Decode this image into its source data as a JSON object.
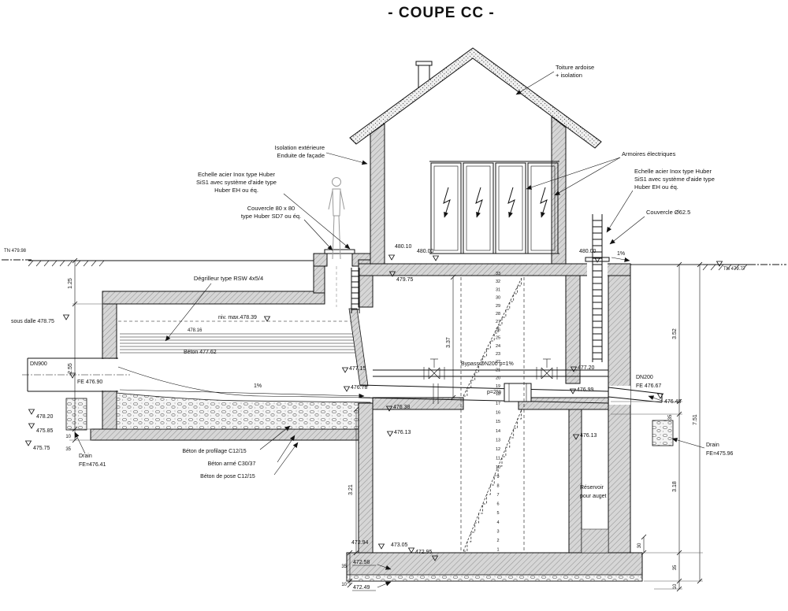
{
  "title": "- COUPE CC -",
  "colors": {
    "paper": "#ffffff",
    "wall_fill": "#d6d6d6",
    "line": "#111111",
    "person": "#999999"
  },
  "labels": {
    "isolation_1": "Isolation extérieure",
    "isolation_2": "Enduite de façade",
    "echelle_1": "Echelle acier Inox type Huber",
    "echelle_2": "SiS1 avec système d'aide type",
    "echelle_3": "Huber EH ou éq.",
    "couvercle_l1": "Couvercle 80 x 80",
    "couvercle_l2": "type Huber SD7 ou éq.",
    "degrilleur": "Dégrilleur type RSW 4x5/4",
    "toiture_1": "Toiture ardoise",
    "toiture_2": "+ isolation",
    "armoires": "Armoires électriques",
    "couvercle_r": "Couvercle Ø62.5",
    "dn900": "DN900",
    "dn200_1": "DN200",
    "dn200_2": "FE 476.67",
    "bypass": "Bypass DN200 p=1%",
    "p2": "p=2%",
    "pct_channel": "1%",
    "pct_right": "1%",
    "drain_l1": "Drain",
    "drain_l2": "FE=476.41",
    "drain_r1": "Drain",
    "drain_r2": "FE=475.96",
    "beton_profilage": "Béton de profilage C12/15",
    "beton_arme": "Béton armé C30/37",
    "beton_pose": "Béton de pose C12/15",
    "reservoir_1": "Réservoir",
    "reservoir_2": "pour auget",
    "tn_left": "TN 479.98",
    "tn_right": "TN 479.77"
  },
  "levels": {
    "sous_dalle": "sous dalle 478.75",
    "niv_max": "niv. max.478.39",
    "l478_16": "478.16",
    "beton_477_62": "Béton 477.62",
    "fe_476_90": "FE 476.90",
    "l478_20": "478.20",
    "l475_85": "475.85",
    "l475_75": "475.75",
    "l480_10": "480.10",
    "l480_00_c": "480.00",
    "l480_00_r": "480.00",
    "l479_75": "479.75",
    "l477_15": "477.15",
    "l476_78": "476.78",
    "l476_38": "476.38",
    "l476_13_l": "476.13",
    "l476_13_r": "476.13",
    "l477_20": "477.20",
    "l476_99": "476.99",
    "l476_48": "476.48",
    "l472_94": "472.94",
    "l473_05": "473.05",
    "l472_95": "472.95",
    "l472_58": "472.58",
    "l472_49": "472.49"
  },
  "dims": {
    "d1_25": "1.25",
    "d2_55": "2.55",
    "d10_l": "10",
    "d35_l": "35",
    "d3_37": "3.37",
    "d3_21": "3.21",
    "d3_52": "3.52",
    "d35_r": "35",
    "d7_51": "7.51",
    "d3_18": "3.18",
    "d30": "30",
    "d35_rb": "35",
    "d10_rb": "10",
    "d35_b": "35",
    "d10_b": "10"
  },
  "stair_numbers": [
    33,
    32,
    31,
    30,
    29,
    28,
    27,
    26,
    25,
    24,
    23,
    22,
    21,
    20,
    19,
    18,
    17,
    16,
    15,
    14,
    13,
    12,
    11,
    10,
    9,
    8,
    7,
    6,
    5,
    4,
    3,
    2,
    1
  ]
}
